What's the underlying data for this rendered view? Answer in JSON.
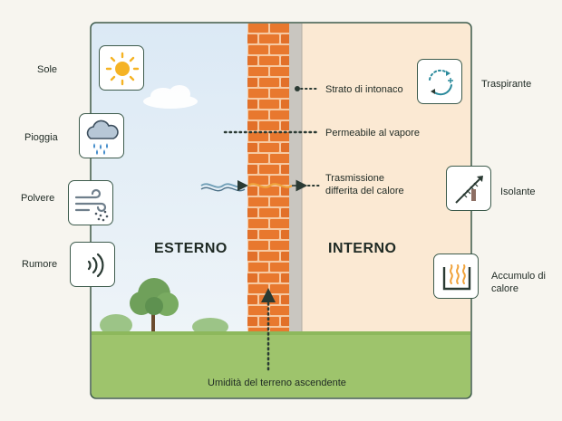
{
  "zones": {
    "outside": "ESTERNO",
    "inside": "INTERNO"
  },
  "outside_items": [
    {
      "label": "Sole",
      "icon": "sun-icon"
    },
    {
      "label": "Pioggia",
      "icon": "rain-cloud-icon"
    },
    {
      "label": "Polvere",
      "icon": "dust-wind-icon"
    },
    {
      "label": "Rumore",
      "icon": "sound-waves-icon"
    }
  ],
  "inside_items": [
    {
      "label": "Traspirante",
      "icon": "breathing-cycle-icon"
    },
    {
      "label": "Isolante",
      "icon": "insulation-tool-icon"
    },
    {
      "label": "Accumulo di calore",
      "icon": "heat-storage-icon"
    }
  ],
  "callouts": {
    "plaster": "Strato di intonaco",
    "vapor": "Permeabile al vapore",
    "heat": "Trasmissione differita del calore",
    "ground": "Umidità del terreno ascendente"
  },
  "colors": {
    "outside_bg": "#e3eef6",
    "inside_bg": "#fbe9d3",
    "brick": "#e8782e",
    "mortar": "#f6c9a2",
    "plaster": "#c9c6c0",
    "ground": "#9ec46c",
    "frame": "#3d5b4c"
  }
}
